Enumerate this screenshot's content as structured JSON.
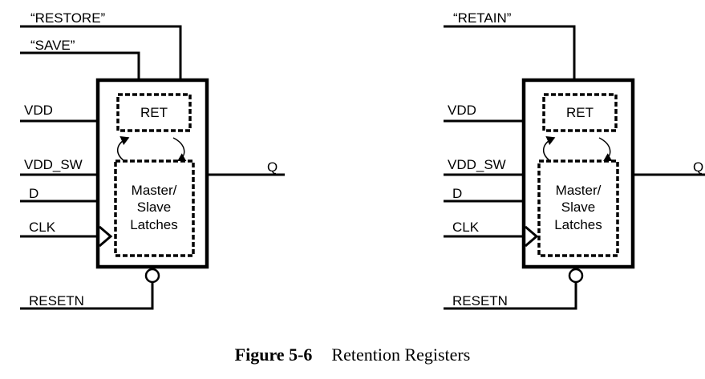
{
  "left_register": {
    "inputs": {
      "restore": "“RESTORE”",
      "save": "“SAVE”",
      "vdd": "VDD",
      "vdd_sw": "VDD_SW",
      "d": "D",
      "clk": "CLK",
      "resetn": "RESETN"
    },
    "output": "Q",
    "ret_label": "RET",
    "latch_label": [
      "Master/",
      "Slave",
      "Latches"
    ]
  },
  "right_register": {
    "inputs": {
      "retain": "“RETAIN”",
      "vdd": "VDD",
      "vdd_sw": "VDD_SW",
      "d": "D",
      "clk": "CLK",
      "resetn": "RESETN"
    },
    "output": "Q",
    "ret_label": "RET",
    "latch_label": [
      "Master/",
      "Slave",
      "Latches"
    ]
  },
  "caption": {
    "number": "Figure 5-6",
    "title": "Retention Registers"
  }
}
